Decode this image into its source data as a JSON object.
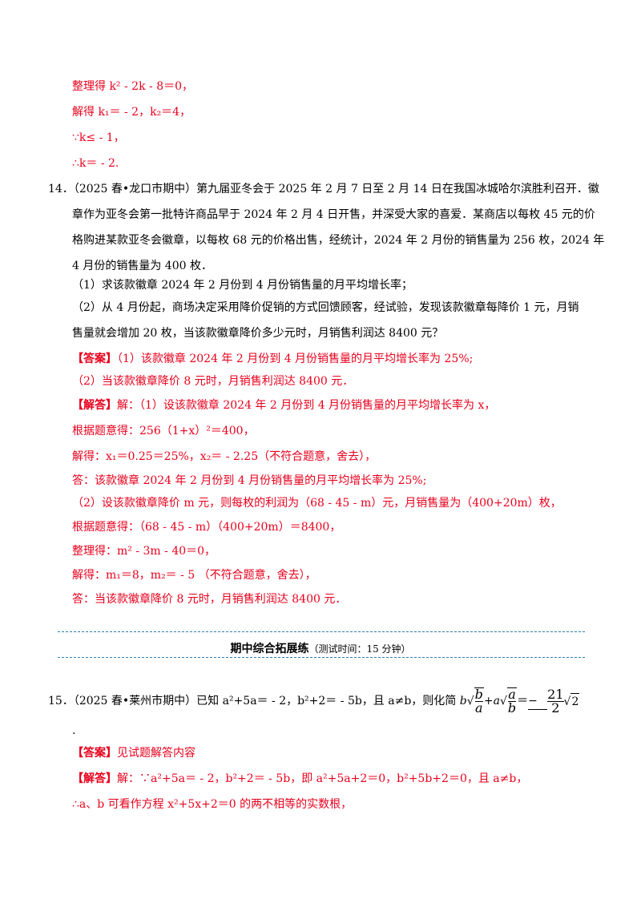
{
  "top": {
    "l1": "整理得 k² - 2k - 8＝0，",
    "l2": "解得 k₁＝ - 2，k₂＝4，",
    "l3": "∵k≤ - 1，",
    "l4": "∴k＝ - 2."
  },
  "q14": {
    "num": "14．",
    "l1": "（2025 春•龙口市期中）第九届亚冬会于 2025 年 2 月 7 日至 2 月 14 日在我国冰城哈尔滨胜利召开．徽",
    "l2": "章作为亚冬会第一批特许商品早于 2024 年 2 月 4 日开售，并深受大家的喜爱．某商店以每枚 45 元的价",
    "l3": "格购进某款亚冬会徽章，以每枚 68 元的价格出售，经统计，2024 年 2 月份的销售量为 256 枚，2024 年",
    "l4": "4 月份的销售量为 400 枚．",
    "p1": "（1）求该款徽章 2024 年 2 月份到 4 月份销售量的月平均增长率；",
    "p2a": "（2）从 4 月份起，商场决定采用降价促销的方式回馈顾客，经试验，发现该款徽章每降价 1 元，月销",
    "p2b": "售量就会增加 20 枚，当该款徽章降价多少元时，月销售利润达 8400 元？",
    "ans_tag": "【答案】",
    "ans1": "（1）该款徽章 2024 年 2 月份到 4 月份销售量的月平均增长率为 25%;",
    "ans2": "（2）当该款徽章降价 8 元时，月销售利润达 8400 元．",
    "sol_tag": "【解答】",
    "s1": "解：（1）设该款徽章 2024 年 2 月份到 4 月份销售量的月平均增长率为 x，",
    "s2": "根据题意得：256（1+x）²＝400，",
    "s3": "解得：x₁＝0.25＝25%，x₂＝ - 2.25（不符合题意，舍去），",
    "s4": "答：该款徽章 2024 年 2 月份到 4 月份销售量的月平均增长率为 25%;",
    "s5": "（2）设该款徽章降价 m 元，则每枚的利润为（68 - 45 - m）元，月销售量为（400+20m）枚，",
    "s6": "根据题意得：（68 - 45 - m）（400+20m）＝8400，",
    "s7": "整理得：m² - 3m - 40＝0，",
    "s8": "解得：m₁＝8，m₂＝ - 5 （不符合题意，舍去），",
    "s9": "答：当该款徽章降价 8 元时，月销售利润达 8400 元．"
  },
  "section": {
    "title": "期中综合拓展练",
    "time": "（测试时间：15 分钟）"
  },
  "q15": {
    "num": "15．",
    "stem": "（2025 春•莱州市期中）已知 a²+5a＝ - 2，b²+2＝ - 5b，且 a≠b，则化简 ",
    "b": "b",
    "a": "a",
    "frac1_n": "b",
    "frac1_d": "a",
    "plus": "+",
    "frac2_n": "a",
    "frac2_d": "b",
    "eq": "＝",
    "ans_minus": "−",
    "ans_n": "21",
    "ans_d": "2",
    "ans_rad": "2",
    "dot": ".",
    "ans_tag": "【答案】",
    "ans": "见试题解答内容",
    "sol_tag": "【解答】",
    "s1": "解：∵a²+5a＝ - 2，b²+2＝ - 5b，即 a²+5a+2＝0，b²+5b+2＝0，且 a≠b，",
    "s2": "∴a、b 可看作方程 x²+5x+2＝0 的两不相等的实数根，"
  }
}
